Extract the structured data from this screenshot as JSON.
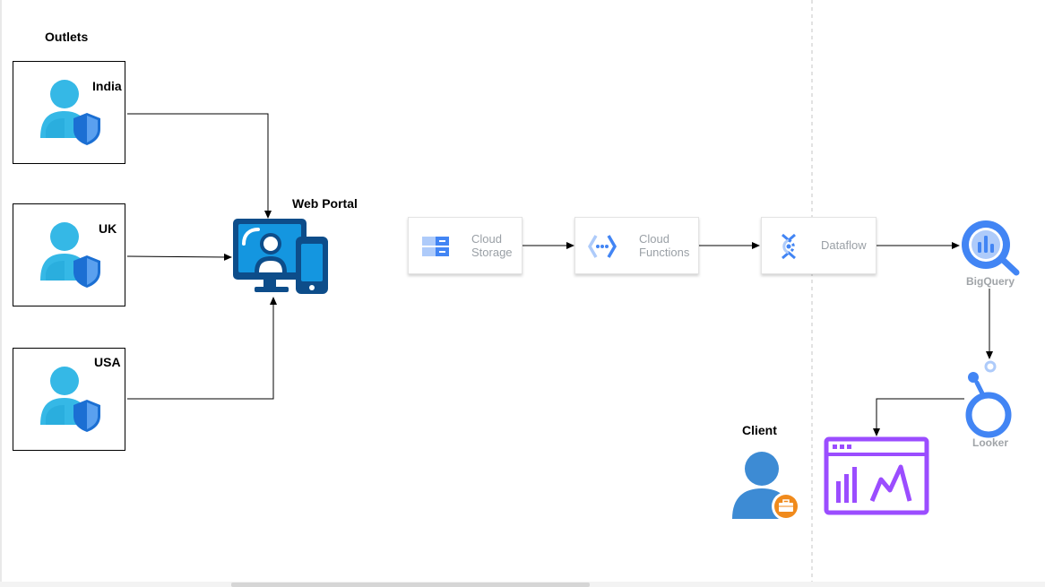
{
  "labels": {
    "outlets": "Outlets",
    "web_portal": "Web Portal",
    "client": "Client",
    "bigquery": "BigQuery",
    "looker": "Looker"
  },
  "outlets": [
    {
      "name": "India"
    },
    {
      "name": "UK"
    },
    {
      "name": "USA"
    }
  ],
  "pipeline": [
    {
      "line1": "Cloud",
      "line2": "Storage",
      "icon": "cloud-storage-icon"
    },
    {
      "line1": "Cloud",
      "line2": "Functions",
      "icon": "cloud-functions-icon"
    },
    {
      "line1": "Dataflow",
      "line2": "",
      "icon": "dataflow-icon"
    }
  ],
  "colors": {
    "user_icon": "#35b8e6",
    "shield": "#1b6fd3",
    "portal": "#0d4d8a",
    "portal_accent": "#1496e0",
    "gcp_blue": "#4285f4",
    "looker_blue": "#4285f4",
    "dashboard_purple": "#9b4dff",
    "client_blue": "#3d8bd4",
    "client_badge": "#f08a1c"
  }
}
